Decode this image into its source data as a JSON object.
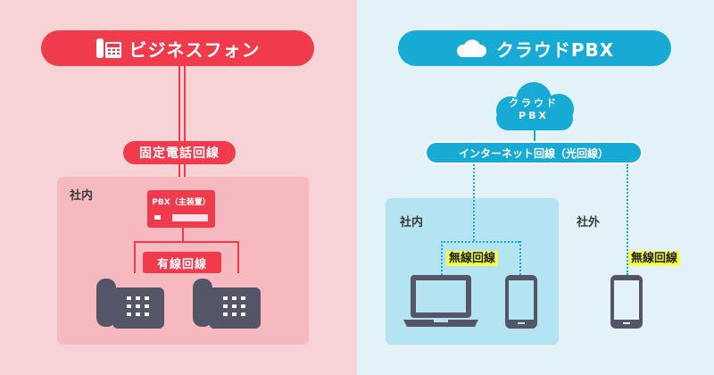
{
  "left": {
    "title": "ビジネスフォン",
    "line_label": "固定電話回線",
    "area_label": "社内",
    "pbx_label": "PBX（主装置）",
    "wired_label": "有線回線"
  },
  "right": {
    "title": "クラウドPBX",
    "cloud_line1": "クラウド",
    "cloud_line2": "PBX",
    "internet_label": "インターネット回線（光回線）",
    "inside_label": "社内",
    "inside_wireless": "無線回線",
    "outside_label": "社外",
    "outside_wireless": "無線回線"
  },
  "colors": {
    "red": "#f03b4d",
    "left_bg": "#f8d3d6",
    "left_box": "#f6b9bf",
    "blue": "#17aad4",
    "right_bg": "#e3f2f8",
    "right_box": "#b4e3f1",
    "device": "#555568",
    "wireless_bg": "#f3ff4a"
  },
  "icons": [
    "phone-fax-icon",
    "cloud-icon",
    "desk-phone-icon",
    "laptop-icon",
    "smartphone-icon"
  ]
}
